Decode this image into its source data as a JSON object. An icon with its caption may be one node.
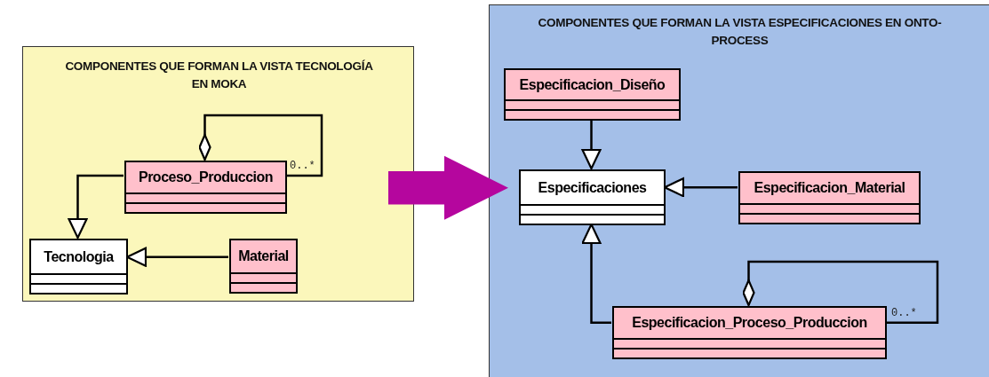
{
  "diagram": {
    "nodes": [
      {
        "text": [
          "COMPONENTES QUE FORMAN LA VISTA TECNOLOGÍA EN MOKA"
        ]
      },
      {
        "text": [
          "Proceso_Produccion"
        ],
        "in": 0
      },
      {
        "text": [
          "Tecnologia"
        ],
        "in": 0
      },
      {
        "text": [
          "Material"
        ],
        "in": 0
      },
      {
        "text": [
          "COMPONENTES QUE FORMAN LA VISTA ESPECIFICACIONES EN ONTO-PROCESS"
        ]
      },
      {
        "text": [
          "Especificacion_Diseño"
        ],
        "in": 4
      },
      {
        "text": [
          "Especificaciones"
        ],
        "in": 4
      },
      {
        "text": [
          "Especificacion_Material"
        ],
        "in": 4
      },
      {
        "text": [
          "Especificacion_Proceso_Produccion"
        ],
        "in": 4
      }
    ],
    "edges": [
      {
        "from": 1,
        "to": 2,
        "arrow": "to"
      },
      {
        "from": 3,
        "to": 2,
        "arrow": "to"
      },
      {
        "from": 1,
        "to": 1,
        "arrow": "other",
        "label": "0..*"
      },
      {
        "from": 0,
        "to": 4,
        "arrow": "to",
        "style": "thick",
        "color": "#b5069e"
      },
      {
        "from": 5,
        "to": 6,
        "arrow": "to"
      },
      {
        "from": 7,
        "to": 6,
        "arrow": "to"
      },
      {
        "from": 8,
        "to": 6,
        "arrow": "to"
      },
      {
        "from": 8,
        "to": 8,
        "arrow": "other",
        "label": "0..*"
      }
    ]
  }
}
